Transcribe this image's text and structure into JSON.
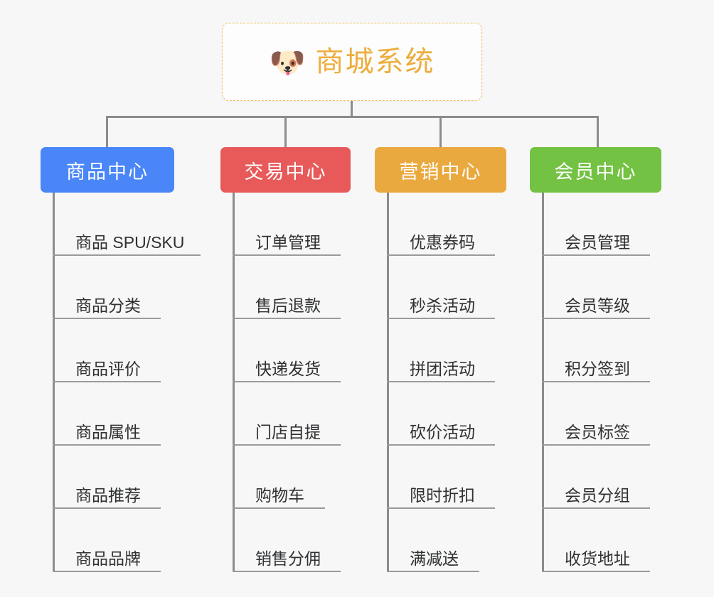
{
  "canvas": {
    "background": "#f7f7f7",
    "line_color": "#8c8c8c",
    "leaf_line_color": "#9a9a9a"
  },
  "root": {
    "icon": "shiba-dog-face-emoji",
    "icon_glyph": "🐶",
    "title": "商城系统",
    "text_color": "#edad3d",
    "border_color": "#f0c060",
    "background": "#fdfdfd"
  },
  "branches": [
    {
      "label": "商品中心",
      "color": "#4a86f7",
      "items": [
        "商品 SPU/SKU",
        "商品分类",
        "商品评价",
        "商品属性",
        "商品推荐",
        "商品品牌"
      ]
    },
    {
      "label": "交易中心",
      "color": "#e85a5a",
      "items": [
        "订单管理",
        "售后退款",
        "快递发货",
        "门店自提",
        "购物车",
        "销售分佣"
      ]
    },
    {
      "label": "营销中心",
      "color": "#eaa93f",
      "items": [
        "优惠券码",
        "秒杀活动",
        "拼团活动",
        "砍价活动",
        "限时折扣",
        "满减送"
      ]
    },
    {
      "label": "会员中心",
      "color": "#73c243",
      "items": [
        "会员管理",
        "会员等级",
        "积分签到",
        "会员标签",
        "会员分组",
        "收货地址"
      ]
    }
  ]
}
